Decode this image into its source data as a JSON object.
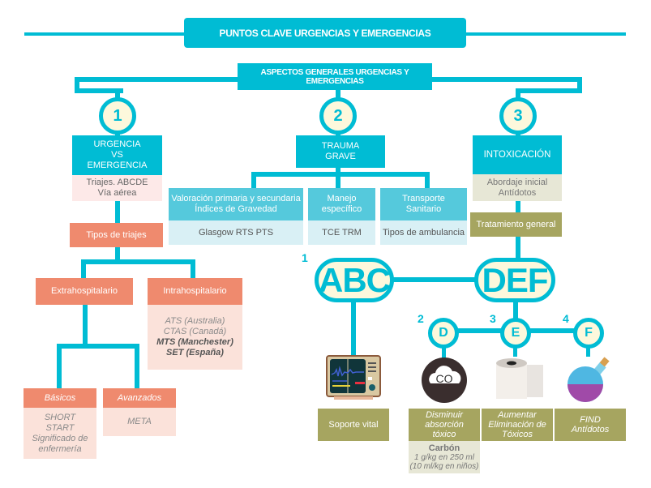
{
  "header": {
    "title": "PUNTOS CLAVE URGENCIAS Y EMERGENCIAS",
    "subtitle": "ASPECTOS GENERALES URGENCIAS Y EMERGENCIAS"
  },
  "branches": [
    {
      "number": "1",
      "title_lines": [
        "URGENCIA",
        "VS",
        "EMERGENCIA"
      ],
      "detail_lines": [
        "Triajes. ABCDE",
        "Vía aérea"
      ]
    },
    {
      "number": "2",
      "title_lines": [
        "TRAUMA",
        "GRAVE"
      ]
    },
    {
      "number": "3",
      "title": "INTOXICACIÓN",
      "detail_lines": [
        "Abordaje inicial",
        "Antídotos"
      ]
    }
  ],
  "triage": {
    "types_label": "Tipos de triajes",
    "extra": "Extrahospitalario",
    "intra": "Intrahospitalario",
    "intra_items": [
      "ATS (Australia)",
      "CTAS (Canadá)",
      "MTS (Manchester)",
      "SET (España)"
    ],
    "basic": {
      "title": "Básicos",
      "items": [
        "SHORT",
        "START",
        "Significado de",
        "enfermería"
      ]
    },
    "advanced": {
      "title": "Avanzados",
      "items": [
        "META"
      ]
    }
  },
  "trauma": {
    "columns": [
      {
        "title_lines": [
          "Valoración primaria y secundaria",
          "Índices de Gravedad"
        ],
        "detail": "Glasgow RTS PTS"
      },
      {
        "title_lines": [
          "Manejo",
          "específico"
        ],
        "detail": "TCE TRM"
      },
      {
        "title_lines": [
          "Transporte",
          "Sanitario"
        ],
        "detail": "Tipos de ambulancia"
      }
    ]
  },
  "intox": {
    "general": "Tratamiento general",
    "abc": {
      "number": "1",
      "label": "ABC"
    },
    "def": {
      "label": "DEF"
    },
    "steps": [
      {
        "number": "2",
        "letter": "D",
        "icon": "co-cloud-icon",
        "icon_text": "CO",
        "label_lines": [
          "Disminuir",
          "absorción",
          "tóxico"
        ]
      },
      {
        "number": "3",
        "letter": "E",
        "icon": "toilet-paper-icon",
        "label_lines": [
          "Aumentar",
          "Eliminación de",
          "Tóxicos"
        ]
      },
      {
        "number": "4",
        "letter": "F",
        "icon": "potion-flask-icon",
        "label_lines": [
          "FIND",
          "Antídotos"
        ]
      }
    ],
    "vital": {
      "icon": "monitor-icon",
      "label": "Soporte vital"
    },
    "carbon": {
      "title": "Carbón",
      "lines": [
        "1 g/kg en 250 ml",
        "(10 ml/kg en niños)"
      ]
    }
  },
  "colors": {
    "cyan": "#00bcd4",
    "salmon": "#ef8a6e",
    "olive": "#a6a560",
    "cream": "#fdf8dc"
  }
}
